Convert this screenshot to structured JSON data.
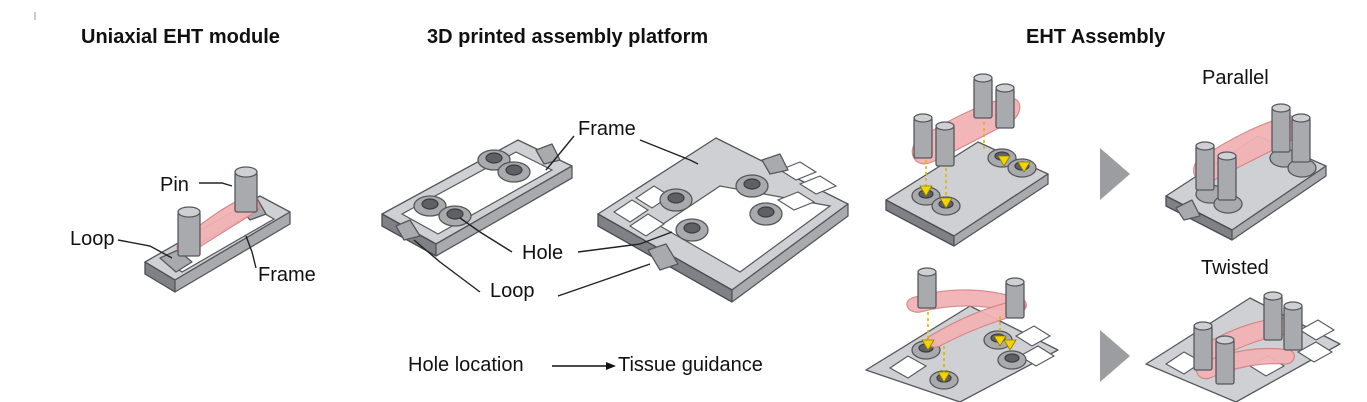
{
  "panels": {
    "module": {
      "title": "Uniaxial EHT module",
      "labels": {
        "pin": "Pin",
        "loop": "Loop",
        "frame": "Frame"
      }
    },
    "platform": {
      "title": "3D printed assembly platform",
      "labels": {
        "frame": "Frame",
        "hole": "Hole",
        "loop": "Loop"
      },
      "caption": {
        "left": "Hole location",
        "right": "Tissue guidance"
      }
    },
    "assembly": {
      "title": "EHT Assembly",
      "labels": {
        "parallel": "Parallel",
        "twisted": "Twisted"
      }
    }
  },
  "colors": {
    "frame": "#a9aaae",
    "tissue": "#f3b3b5",
    "guide_arrow": "#f2d400",
    "play_triangle": "#9c9da1"
  },
  "icons": [
    "arrow-right-icon",
    "play-triangle-icon"
  ]
}
